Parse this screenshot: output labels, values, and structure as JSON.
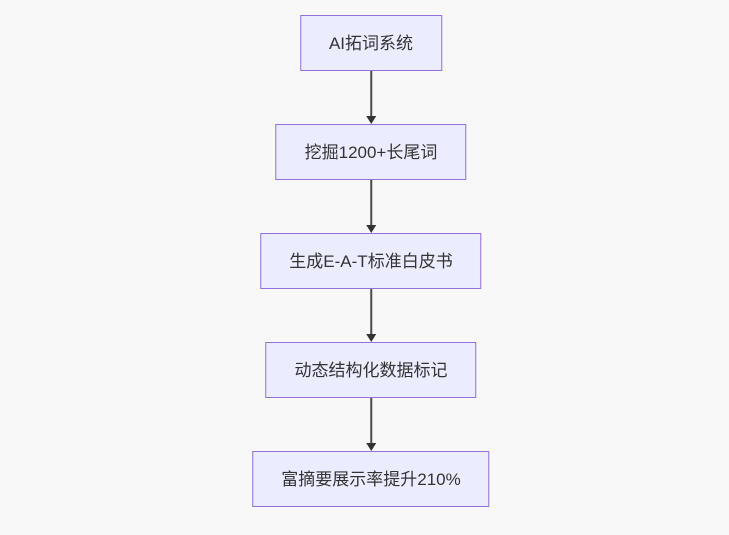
{
  "diagram": {
    "type": "flowchart",
    "direction": "top-down",
    "nodes": [
      {
        "id": "step-1",
        "label": "AI拓词系统"
      },
      {
        "id": "step-2",
        "label": "挖掘1200+长尾词"
      },
      {
        "id": "step-3",
        "label": "生成E-A-T标准白皮书"
      },
      {
        "id": "step-4",
        "label": "动态结构化数据标记"
      },
      {
        "id": "step-5",
        "label": "富摘要展示率提升210%"
      }
    ],
    "edges": [
      {
        "from": "step-1",
        "to": "step-2",
        "arrow": "down"
      },
      {
        "from": "step-2",
        "to": "step-3",
        "arrow": "down"
      },
      {
        "from": "step-3",
        "to": "step-4",
        "arrow": "down"
      },
      {
        "from": "step-4",
        "to": "step-5",
        "arrow": "down"
      }
    ],
    "colors": {
      "background": "#f8f8f8",
      "node_fill": "#ECECFF",
      "node_border": "#9370DB",
      "edge_line": "#4a4a4a",
      "arrowhead": "#333333",
      "text": "#333333"
    }
  }
}
